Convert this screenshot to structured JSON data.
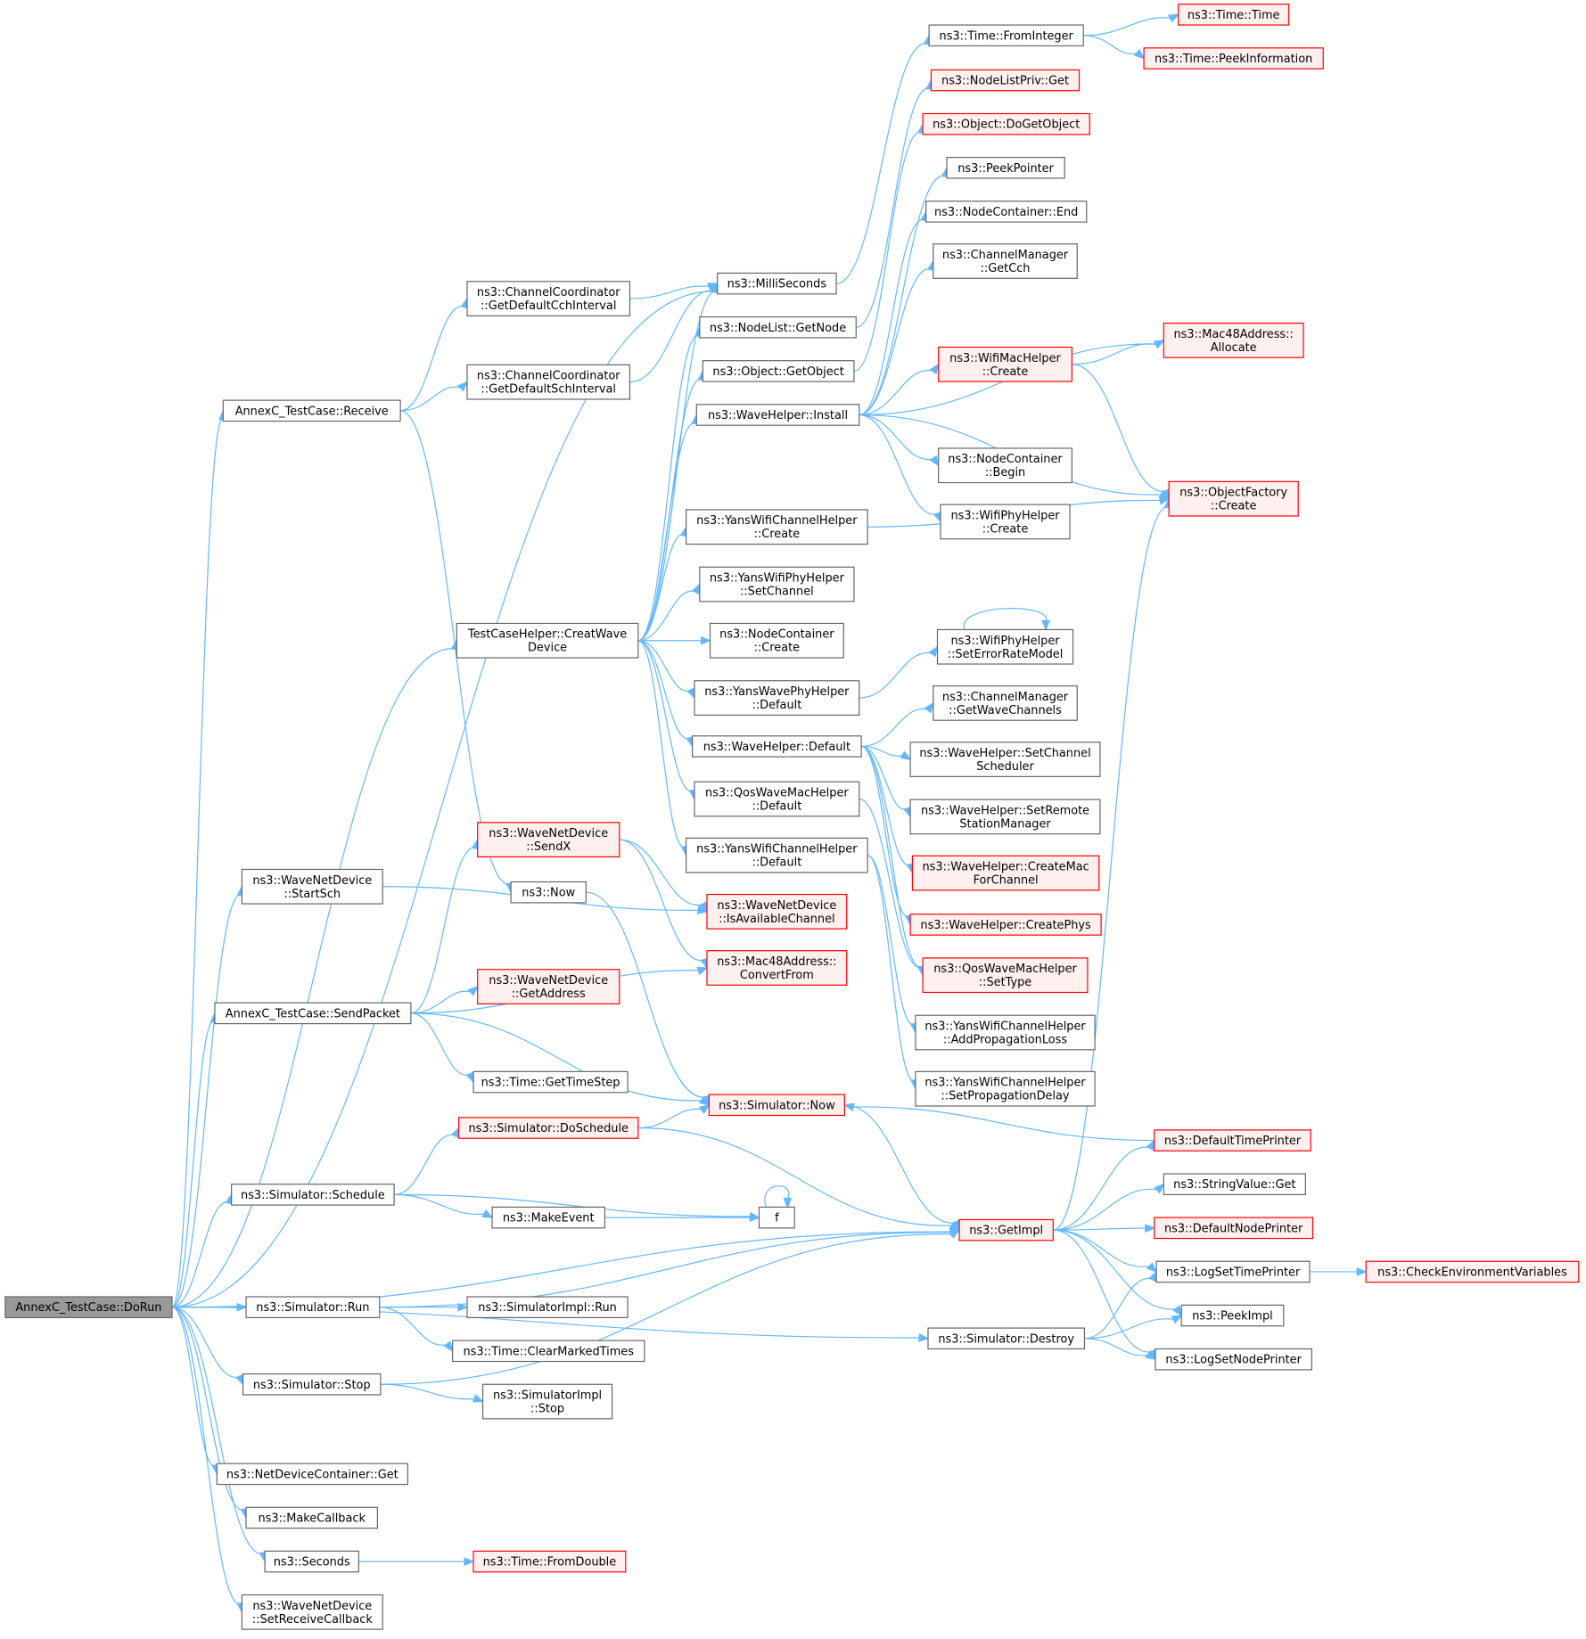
{
  "colors": {
    "edge": "#63b8ff",
    "root_fill": "#999999",
    "root_border": "#666666",
    "normal_border": "#666666",
    "normal_fill": "#ffffff",
    "red_border": "#ff0000",
    "red_fill": "#fff0f0"
  },
  "nodes": [
    {
      "id": "doRun",
      "lines": [
        "AnnexC_TestCase::DoRun"
      ],
      "style": "root"
    },
    {
      "id": "receive",
      "lines": [
        "AnnexC_TestCase::Receive"
      ],
      "style": "normal"
    },
    {
      "id": "millis",
      "lines": [
        "ns3::MilliSeconds"
      ],
      "style": "normal"
    },
    {
      "id": "creatWave",
      "lines": [
        "TestCaseHelper::CreatWave",
        "Device"
      ],
      "style": "normal"
    },
    {
      "id": "startSch",
      "lines": [
        "ns3::WaveNetDevice",
        "::StartSch"
      ],
      "style": "normal"
    },
    {
      "id": "sendPacket",
      "lines": [
        "AnnexC_TestCase::SendPacket"
      ],
      "style": "normal"
    },
    {
      "id": "schedule",
      "lines": [
        "ns3::Simulator::Schedule"
      ],
      "style": "normal"
    },
    {
      "id": "getImpl",
      "lines": [
        "ns3::GetImpl"
      ],
      "style": "red"
    },
    {
      "id": "simRun",
      "lines": [
        "ns3::Simulator::Run"
      ],
      "style": "normal"
    },
    {
      "id": "simStop",
      "lines": [
        "ns3::Simulator::Stop"
      ],
      "style": "normal"
    },
    {
      "id": "simDestroy",
      "lines": [
        "ns3::Simulator::Destroy"
      ],
      "style": "normal"
    },
    {
      "id": "ndcGet",
      "lines": [
        "ns3::NetDeviceContainer::Get"
      ],
      "style": "normal"
    },
    {
      "id": "makeCallback",
      "lines": [
        "ns3::MakeCallback"
      ],
      "style": "normal"
    },
    {
      "id": "seconds",
      "lines": [
        "ns3::Seconds"
      ],
      "style": "normal"
    },
    {
      "id": "setRecvCb",
      "lines": [
        "ns3::WaveNetDevice",
        "::SetReceiveCallback"
      ],
      "style": "normal"
    },
    {
      "id": "defCch",
      "lines": [
        "ns3::ChannelCoordinator",
        "::GetDefaultCchInterval"
      ],
      "style": "normal"
    },
    {
      "id": "defSch",
      "lines": [
        "ns3::ChannelCoordinator",
        "::GetDefaultSchInterval"
      ],
      "style": "normal"
    },
    {
      "id": "now",
      "lines": [
        "ns3::Now"
      ],
      "style": "normal"
    },
    {
      "id": "simNow",
      "lines": [
        "ns3::Simulator::Now"
      ],
      "style": "red"
    },
    {
      "id": "fromInteger",
      "lines": [
        "ns3::Time::FromInteger"
      ],
      "style": "normal"
    },
    {
      "id": "timeTime",
      "lines": [
        "ns3::Time::Time"
      ],
      "style": "red"
    },
    {
      "id": "peekInfo",
      "lines": [
        "ns3::Time::PeekInformation"
      ],
      "style": "red"
    },
    {
      "id": "nodeListGetNode",
      "lines": [
        "ns3::NodeList::GetNode"
      ],
      "style": "normal"
    },
    {
      "id": "objGetObject",
      "lines": [
        "ns3::Object::GetObject"
      ],
      "style": "normal"
    },
    {
      "id": "waveInstall",
      "lines": [
        "ns3::WaveHelper::Install"
      ],
      "style": "normal"
    },
    {
      "id": "yansChCreate",
      "lines": [
        "ns3::YansWifiChannelHelper",
        "::Create"
      ],
      "style": "normal"
    },
    {
      "id": "yansPhySetCh",
      "lines": [
        "ns3::YansWifiPhyHelper",
        "::SetChannel"
      ],
      "style": "normal"
    },
    {
      "id": "ncCreate",
      "lines": [
        "ns3::NodeContainer",
        "::Create"
      ],
      "style": "normal"
    },
    {
      "id": "yansWavePhyDef",
      "lines": [
        "ns3::YansWavePhyHelper",
        "::Default"
      ],
      "style": "normal"
    },
    {
      "id": "waveDefault",
      "lines": [
        "ns3::WaveHelper::Default"
      ],
      "style": "normal"
    },
    {
      "id": "qosWaveMacDef",
      "lines": [
        "ns3::QosWaveMacHelper",
        "::Default"
      ],
      "style": "normal"
    },
    {
      "id": "yansChDef",
      "lines": [
        "ns3::YansWifiChannelHelper",
        "::Default"
      ],
      "style": "normal"
    },
    {
      "id": "sendX",
      "lines": [
        "ns3::WaveNetDevice",
        "::SendX"
      ],
      "style": "red"
    },
    {
      "id": "getAddress",
      "lines": [
        "ns3::WaveNetDevice",
        "::GetAddress"
      ],
      "style": "red"
    },
    {
      "id": "getTimeStep",
      "lines": [
        "ns3::Time::GetTimeStep"
      ],
      "style": "normal"
    },
    {
      "id": "doSchedule",
      "lines": [
        "ns3::Simulator::DoSchedule"
      ],
      "style": "red"
    },
    {
      "id": "makeEvent",
      "lines": [
        "ns3::MakeEvent"
      ],
      "style": "normal"
    },
    {
      "id": "f",
      "lines": [
        "f"
      ],
      "style": "normal"
    },
    {
      "id": "implRun",
      "lines": [
        "ns3::SimulatorImpl::Run"
      ],
      "style": "normal"
    },
    {
      "id": "clearMarked",
      "lines": [
        "ns3::Time::ClearMarkedTimes"
      ],
      "style": "normal"
    },
    {
      "id": "implStop",
      "lines": [
        "ns3::SimulatorImpl",
        "::Stop"
      ],
      "style": "normal"
    },
    {
      "id": "fromDouble",
      "lines": [
        "ns3::Time::FromDouble"
      ],
      "style": "red"
    },
    {
      "id": "isAvailCh",
      "lines": [
        "ns3::WaveNetDevice",
        "::IsAvailableChannel"
      ],
      "style": "red"
    },
    {
      "id": "macConvert",
      "lines": [
        "ns3::Mac48Address::",
        "ConvertFrom"
      ],
      "style": "red"
    },
    {
      "id": "nodeListPrivGet",
      "lines": [
        "ns3::NodeListPriv::Get"
      ],
      "style": "red"
    },
    {
      "id": "objDoGetObject",
      "lines": [
        "ns3::Object::DoGetObject"
      ],
      "style": "red"
    },
    {
      "id": "peekPointer",
      "lines": [
        "ns3::PeekPointer"
      ],
      "style": "normal"
    },
    {
      "id": "ncEnd",
      "lines": [
        "ns3::NodeContainer::End"
      ],
      "style": "normal"
    },
    {
      "id": "chMgrGetCch",
      "lines": [
        "ns3::ChannelManager",
        "::GetCch"
      ],
      "style": "normal"
    },
    {
      "id": "wifiMacCreate",
      "lines": [
        "ns3::WifiMacHelper",
        "::Create"
      ],
      "style": "red"
    },
    {
      "id": "ncBegin",
      "lines": [
        "ns3::NodeContainer",
        "::Begin"
      ],
      "style": "normal"
    },
    {
      "id": "wifiPhyCreate",
      "lines": [
        "ns3::WifiPhyHelper",
        "::Create"
      ],
      "style": "normal"
    },
    {
      "id": "setErrRate",
      "lines": [
        "ns3::WifiPhyHelper",
        "::SetErrorRateModel"
      ],
      "style": "normal"
    },
    {
      "id": "getWaveCh",
      "lines": [
        "ns3::ChannelManager",
        "::GetWaveChannels"
      ],
      "style": "normal"
    },
    {
      "id": "setChSched",
      "lines": [
        "ns3::WaveHelper::SetChannel",
        "Scheduler"
      ],
      "style": "normal"
    },
    {
      "id": "setRemote",
      "lines": [
        "ns3::WaveHelper::SetRemote",
        "StationManager"
      ],
      "style": "normal"
    },
    {
      "id": "createMac",
      "lines": [
        "ns3::WaveHelper::CreateMac",
        "ForChannel"
      ],
      "style": "red"
    },
    {
      "id": "createPhys",
      "lines": [
        "ns3::WaveHelper::CreatePhys"
      ],
      "style": "red"
    },
    {
      "id": "qosSetType",
      "lines": [
        "ns3::QosWaveMacHelper",
        "::SetType"
      ],
      "style": "red"
    },
    {
      "id": "addPropLoss",
      "lines": [
        "ns3::YansWifiChannelHelper",
        "::AddPropagationLoss"
      ],
      "style": "normal"
    },
    {
      "id": "setPropDelay",
      "lines": [
        "ns3::YansWifiChannelHelper",
        "::SetPropagationDelay"
      ],
      "style": "normal"
    },
    {
      "id": "macAllocate",
      "lines": [
        "ns3::Mac48Address::",
        "Allocate"
      ],
      "style": "red"
    },
    {
      "id": "objFactCreate",
      "lines": [
        "ns3::ObjectFactory",
        "::Create"
      ],
      "style": "red"
    },
    {
      "id": "defTimePrinter",
      "lines": [
        "ns3::DefaultTimePrinter"
      ],
      "style": "red"
    },
    {
      "id": "stringValueGet",
      "lines": [
        "ns3::StringValue::Get"
      ],
      "style": "normal"
    },
    {
      "id": "defNodePrinter",
      "lines": [
        "ns3::DefaultNodePrinter"
      ],
      "style": "red"
    },
    {
      "id": "logSetTimePrinter",
      "lines": [
        "ns3::LogSetTimePrinter"
      ],
      "style": "normal"
    },
    {
      "id": "peekImpl",
      "lines": [
        "ns3::PeekImpl"
      ],
      "style": "normal"
    },
    {
      "id": "logSetNodePrinter",
      "lines": [
        "ns3::LogSetNodePrinter"
      ],
      "style": "normal"
    },
    {
      "id": "checkEnv",
      "lines": [
        "ns3::CheckEnvironmentVariables"
      ],
      "style": "red"
    }
  ],
  "edges": [
    [
      "doRun",
      "receive"
    ],
    [
      "doRun",
      "millis"
    ],
    [
      "doRun",
      "creatWave"
    ],
    [
      "doRun",
      "startSch"
    ],
    [
      "doRun",
      "sendPacket"
    ],
    [
      "doRun",
      "schedule"
    ],
    [
      "doRun",
      "getImpl"
    ],
    [
      "doRun",
      "simRun"
    ],
    [
      "doRun",
      "simStop"
    ],
    [
      "doRun",
      "simDestroy"
    ],
    [
      "doRun",
      "ndcGet"
    ],
    [
      "doRun",
      "makeCallback"
    ],
    [
      "doRun",
      "seconds"
    ],
    [
      "doRun",
      "setRecvCb"
    ],
    [
      "receive",
      "defCch"
    ],
    [
      "receive",
      "defSch"
    ],
    [
      "receive",
      "now"
    ],
    [
      "defCch",
      "millis"
    ],
    [
      "defSch",
      "millis"
    ],
    [
      "millis",
      "fromInteger"
    ],
    [
      "fromInteger",
      "timeTime"
    ],
    [
      "fromInteger",
      "peekInfo"
    ],
    [
      "now",
      "simNow"
    ],
    [
      "simNow",
      "getImpl"
    ],
    [
      "creatWave",
      "millis"
    ],
    [
      "creatWave",
      "nodeListGetNode"
    ],
    [
      "creatWave",
      "objGetObject"
    ],
    [
      "creatWave",
      "waveInstall"
    ],
    [
      "creatWave",
      "yansChCreate"
    ],
    [
      "creatWave",
      "yansPhySetCh"
    ],
    [
      "creatWave",
      "ncCreate"
    ],
    [
      "creatWave",
      "yansWavePhyDef"
    ],
    [
      "creatWave",
      "waveDefault"
    ],
    [
      "creatWave",
      "qosWaveMacDef"
    ],
    [
      "creatWave",
      "yansChDef"
    ],
    [
      "nodeListGetNode",
      "nodeListPrivGet"
    ],
    [
      "objGetObject",
      "objDoGetObject"
    ],
    [
      "waveInstall",
      "peekPointer"
    ],
    [
      "waveInstall",
      "ncEnd"
    ],
    [
      "waveInstall",
      "chMgrGetCch"
    ],
    [
      "waveInstall",
      "macAllocate"
    ],
    [
      "waveInstall",
      "wifiMacCreate"
    ],
    [
      "waveInstall",
      "objFactCreate"
    ],
    [
      "waveInstall",
      "ncBegin"
    ],
    [
      "waveInstall",
      "wifiPhyCreate"
    ],
    [
      "wifiMacCreate",
      "macAllocate"
    ],
    [
      "wifiMacCreate",
      "objFactCreate"
    ],
    [
      "yansChCreate",
      "objFactCreate"
    ],
    [
      "yansWavePhyDef",
      "setErrRate"
    ],
    [
      "setErrRate",
      "setErrRate"
    ],
    [
      "waveDefault",
      "getWaveCh"
    ],
    [
      "waveDefault",
      "setChSched"
    ],
    [
      "waveDefault",
      "setRemote"
    ],
    [
      "waveDefault",
      "createMac"
    ],
    [
      "waveDefault",
      "createPhys"
    ],
    [
      "waveDefault",
      "qosSetType"
    ],
    [
      "qosWaveMacDef",
      "qosSetType"
    ],
    [
      "yansChDef",
      "addPropLoss"
    ],
    [
      "yansChDef",
      "setPropDelay"
    ],
    [
      "startSch",
      "isAvailCh"
    ],
    [
      "sendPacket",
      "sendX"
    ],
    [
      "sendPacket",
      "macConvert"
    ],
    [
      "sendPacket",
      "getAddress"
    ],
    [
      "sendPacket",
      "getTimeStep"
    ],
    [
      "sendPacket",
      "simNow"
    ],
    [
      "sendX",
      "isAvailCh"
    ],
    [
      "sendX",
      "macConvert"
    ],
    [
      "schedule",
      "doSchedule"
    ],
    [
      "schedule",
      "makeEvent"
    ],
    [
      "schedule",
      "f"
    ],
    [
      "doSchedule",
      "simNow"
    ],
    [
      "doSchedule",
      "getImpl"
    ],
    [
      "makeEvent",
      "f"
    ],
    [
      "f",
      "f"
    ],
    [
      "simRun",
      "getImpl"
    ],
    [
      "simRun",
      "implRun"
    ],
    [
      "simRun",
      "clearMarked"
    ],
    [
      "simStop",
      "implStop"
    ],
    [
      "simStop",
      "getImpl"
    ],
    [
      "seconds",
      "fromDouble"
    ],
    [
      "getImpl",
      "objFactCreate"
    ],
    [
      "getImpl",
      "defTimePrinter"
    ],
    [
      "getImpl",
      "stringValueGet"
    ],
    [
      "getImpl",
      "defNodePrinter"
    ],
    [
      "getImpl",
      "logSetTimePrinter"
    ],
    [
      "getImpl",
      "peekImpl"
    ],
    [
      "getImpl",
      "logSetNodePrinter"
    ],
    [
      "defTimePrinter",
      "simNow"
    ],
    [
      "logSetTimePrinter",
      "checkEnv"
    ],
    [
      "simDestroy",
      "logSetTimePrinter"
    ],
    [
      "simDestroy",
      "peekImpl"
    ],
    [
      "simDestroy",
      "logSetNodePrinter"
    ]
  ]
}
